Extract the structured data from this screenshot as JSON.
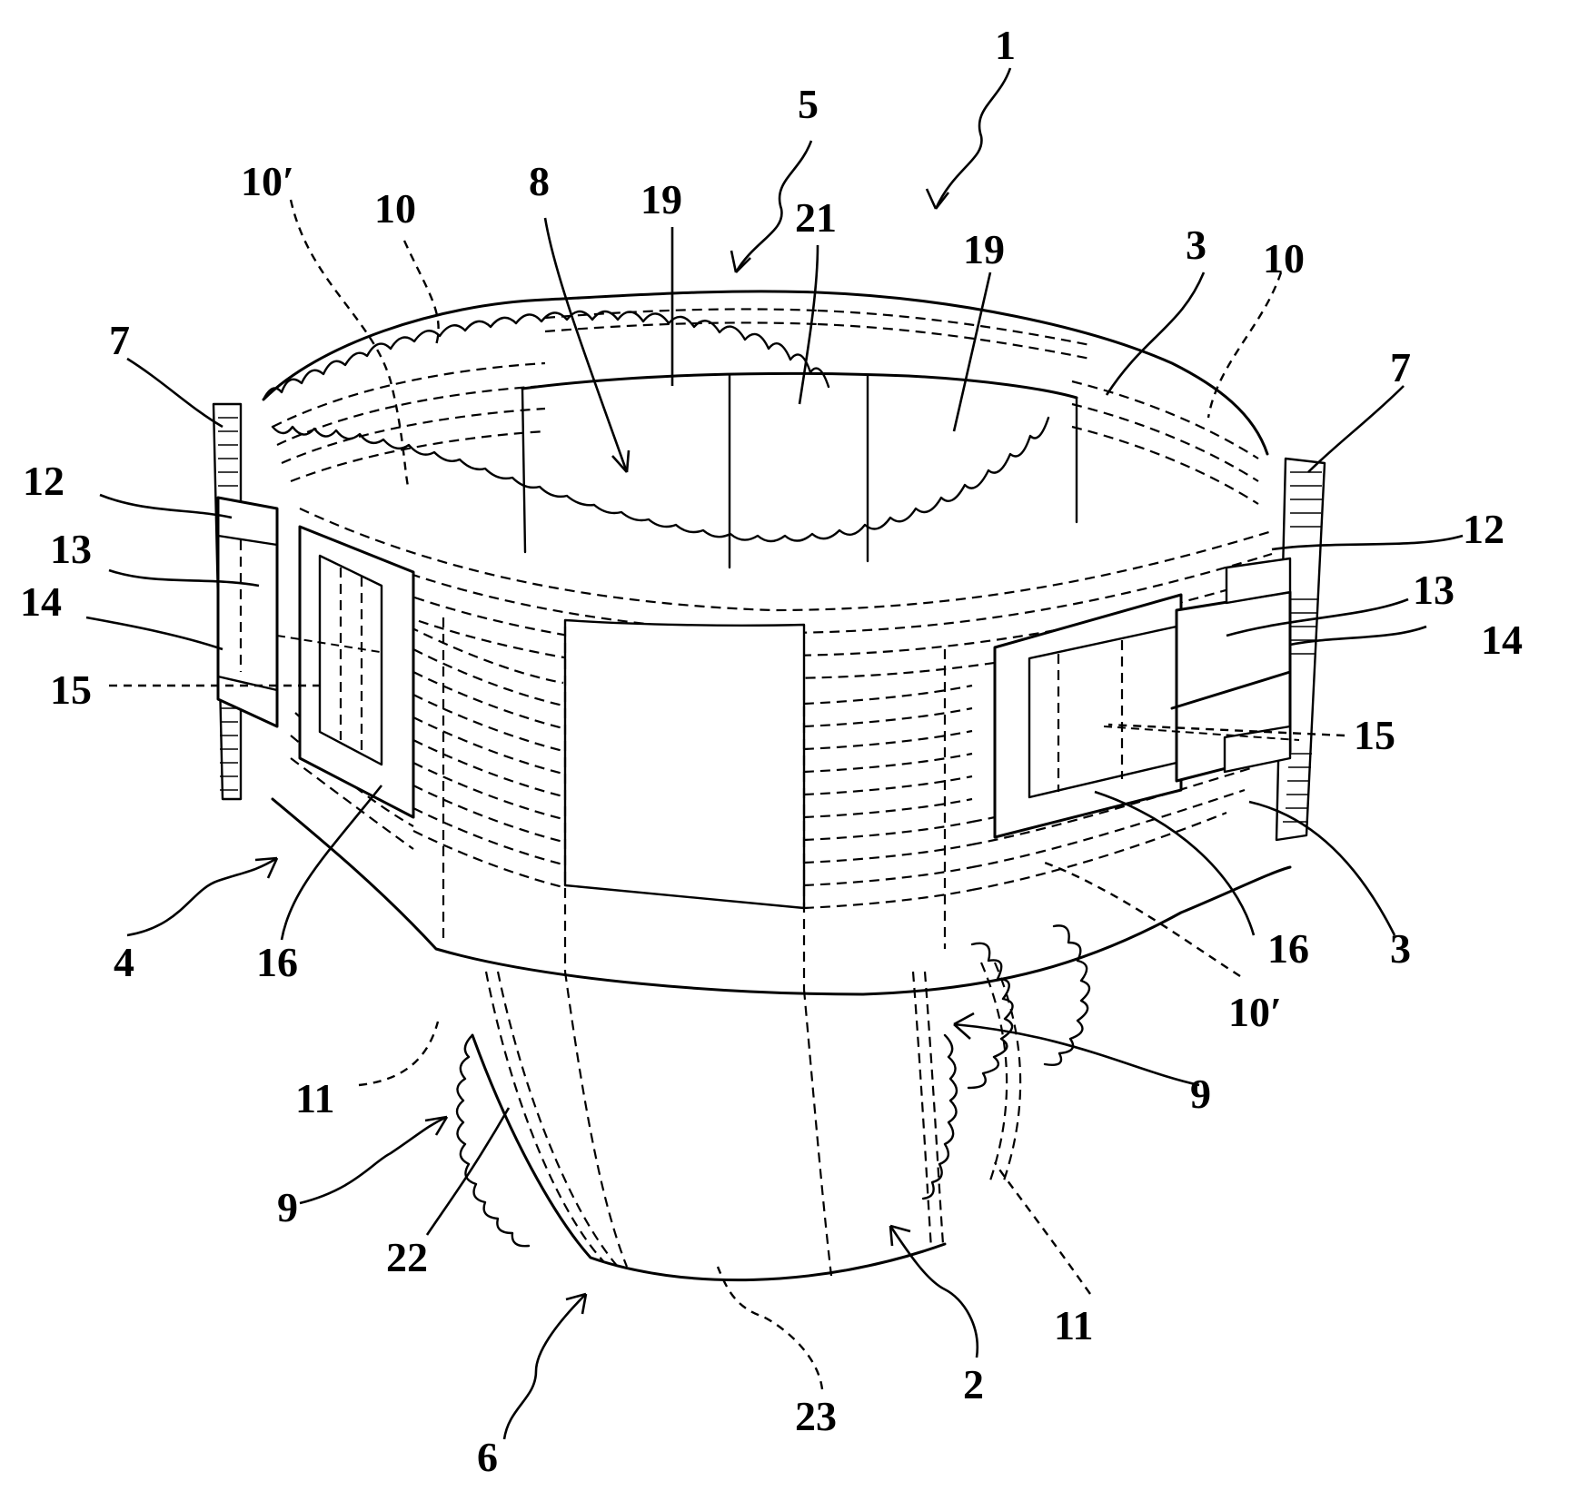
{
  "colors": {
    "ink": "#000000",
    "paper": "#ffffff"
  },
  "labels": {
    "n1": "1",
    "n2": "2",
    "n3_top": "3",
    "n3_right": "3",
    "n4": "4",
    "n5": "5",
    "n6": "6",
    "n7_left": "7",
    "n7_right": "7",
    "n8": "8",
    "n9_left": "9",
    "n9_right": "9",
    "n10_left": "10",
    "n10_right": "10",
    "n10p_left": "10′",
    "n10p_right": "10′",
    "n11_left": "11",
    "n11_right": "11",
    "n12_left": "12",
    "n12_right": "12",
    "n13_left": "13",
    "n13_right": "13",
    "n14_left": "14",
    "n14_right": "14",
    "n15_left": "15",
    "n15_right": "15",
    "n16_left": "16",
    "n16_right": "16",
    "n19_left": "19",
    "n19_right": "19",
    "n21": "21",
    "n22": "22",
    "n23": "23"
  }
}
